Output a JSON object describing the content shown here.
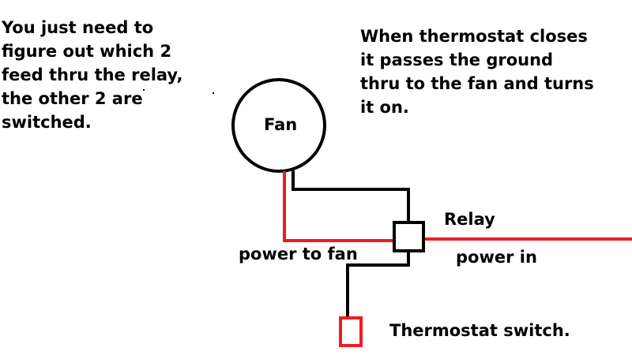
{
  "notes": {
    "left": [
      "You just need to",
      "figure out which 2",
      "feed thru the relay,",
      "the other 2 are",
      "switched."
    ],
    "right": [
      "When thermostat closes",
      "it passes the ground",
      "thru to the fan and turns",
      "it on."
    ]
  },
  "labels": {
    "fan": "Fan",
    "relay": "Relay",
    "power_to_fan": "power to fan",
    "power_in": "power in",
    "thermostat_switch": "Thermostat switch."
  },
  "colors": {
    "ground_wire": "#000000",
    "power_wire": "#ed1c24",
    "text": "#000000"
  }
}
